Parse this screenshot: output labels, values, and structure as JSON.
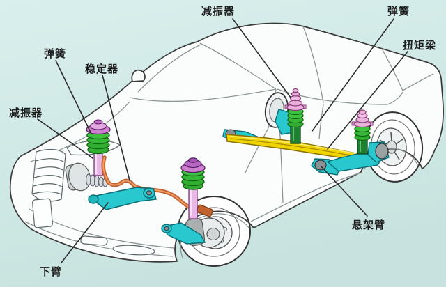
{
  "diagram": {
    "type": "labeled-technical-illustration",
    "subject": "car suspension cutaway (front struts, stabilizer bar, lower arms, rear torsion beam)",
    "background_color": "#cfe8e5",
    "body_fill": "#fbfdfd",
    "outline_color": "#3a3a3a",
    "labels": [
      {
        "id": "damper-rear",
        "text": "减振器",
        "position": "top-center"
      },
      {
        "id": "spring-rear",
        "text": "弹簧",
        "position": "top-right"
      },
      {
        "id": "torsion-beam",
        "text": "扭矩梁",
        "position": "right"
      },
      {
        "id": "spring-front",
        "text": "弹簧",
        "position": "upper-left"
      },
      {
        "id": "stabilizer",
        "text": "稳定器",
        "position": "upper-left"
      },
      {
        "id": "damper-front",
        "text": "减振器",
        "position": "left"
      },
      {
        "id": "lower-arm",
        "text": "下臂",
        "position": "bottom-left"
      },
      {
        "id": "suspension-arm",
        "text": "悬架臂",
        "position": "bottom-right"
      }
    ],
    "components": [
      {
        "name": "coil-spring",
        "color": "#2fae2f"
      },
      {
        "name": "strut-damper-body",
        "color": "#e9b7e5"
      },
      {
        "name": "strut-top-mount",
        "color": "#c678cc"
      },
      {
        "name": "bump-stop",
        "color": "#eab0dc"
      },
      {
        "name": "lower-arm",
        "color": "#29c8cf"
      },
      {
        "name": "torsion-beam",
        "color": "#f0d400"
      },
      {
        "name": "stabilizer-bar",
        "color": "#c2632f"
      },
      {
        "name": "shock-lower-body",
        "color": "#1e8030"
      },
      {
        "name": "leader-line",
        "color": "#2b2b2b"
      }
    ]
  }
}
